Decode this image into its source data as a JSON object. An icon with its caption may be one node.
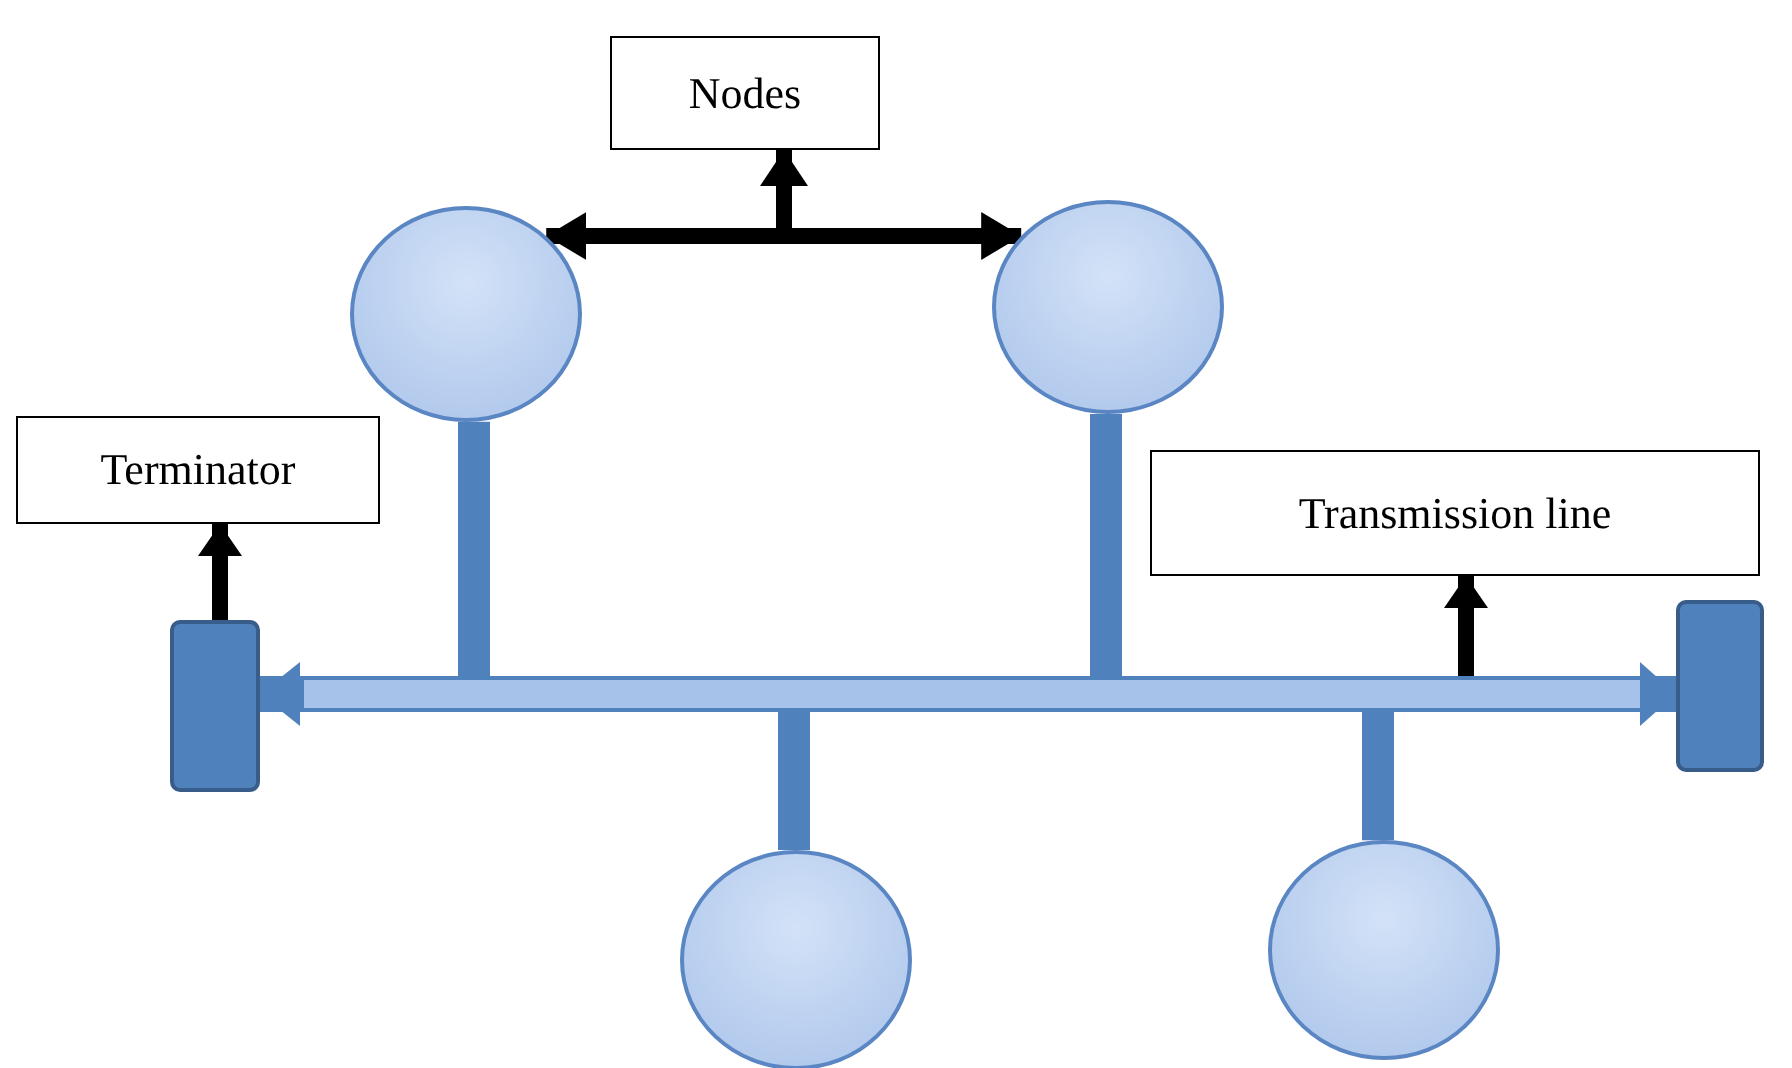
{
  "diagram": {
    "nodes": [
      {
        "text": [
          "Nodes"
        ]
      },
      {
        "text": [],
        "shape": "circle"
      },
      {
        "text": [],
        "shape": "circle"
      },
      {
        "text": [
          "Terminator"
        ]
      },
      {
        "text": [
          "Transmission line"
        ]
      },
      {
        "text": [],
        "shape": "box"
      },
      {
        "text": [],
        "shape": "bar"
      },
      {
        "text": [],
        "shape": "box"
      },
      {
        "text": [],
        "shape": "circle"
      },
      {
        "text": [],
        "shape": "circle"
      }
    ],
    "edges": [
      {
        "from": 1,
        "to": 2,
        "arrow": "both",
        "color": "#000000"
      },
      {
        "from": null,
        "to": 0,
        "arrow": "to",
        "color": "#000000"
      },
      {
        "from": 5,
        "to": 3,
        "arrow": "to",
        "color": "#000000"
      },
      {
        "from": 6,
        "to": 4,
        "arrow": "to",
        "color": "#000000"
      },
      {
        "from": 1,
        "to": 6,
        "arrow": "none"
      },
      {
        "from": 2,
        "to": 6,
        "arrow": "none"
      },
      {
        "from": 6,
        "to": 8,
        "arrow": "none"
      },
      {
        "from": 6,
        "to": 9,
        "arrow": "none"
      },
      {
        "from": 6,
        "to": 5,
        "arrow": "to"
      },
      {
        "from": 6,
        "to": 7,
        "arrow": "to"
      }
    ]
  }
}
